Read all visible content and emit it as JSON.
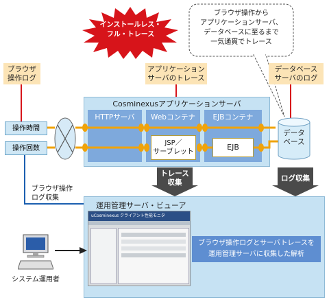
{
  "starburst": {
    "line1": "インストールレス・",
    "line2": "フル・トレース"
  },
  "callout": {
    "line1": "ブラウザ操作から",
    "line2": "アプリケーションサーバ、",
    "line3": "データベースに至るまで",
    "line4": "一気通貫でトレース"
  },
  "tags": {
    "browser_log": {
      "line1": "ブラウザ",
      "line2": "操作ログ"
    },
    "app_trace": {
      "line1": "アプリケーション",
      "line2": "サーバのトレース"
    },
    "db_log": {
      "line1": "データベース",
      "line2": "サーバのログ"
    }
  },
  "left_boxes": {
    "op_time": "操作時間",
    "op_count": "操作回数"
  },
  "app_server": {
    "title": "Cosminexusアプリケーションサーバ",
    "http": "HTTPサーバ",
    "web": "Webコンテナ",
    "ejbc": "EJBコンテナ",
    "jsp": {
      "line1": "JSP／",
      "line2": "サーブレット"
    },
    "ejb": "EJB"
  },
  "database": {
    "line1": "データ",
    "line2": "ベース"
  },
  "arrows": {
    "trace_collect": {
      "line1": "トレース",
      "line2": "収集"
    },
    "log_collect": "ログ収集",
    "browser_collect": {
      "line1": "ブラウザ操作",
      "line2": "ログ収集"
    }
  },
  "viewer": {
    "title": "運用管理サーバ・ビューア",
    "caption_line1": "ブラウザ操作ログとサーバトレースを",
    "caption_line2": "運用管理サーバに収集した解析",
    "screen_header": "uCosminexus クライアント性能モニタ"
  },
  "operator": "システム運用者"
}
